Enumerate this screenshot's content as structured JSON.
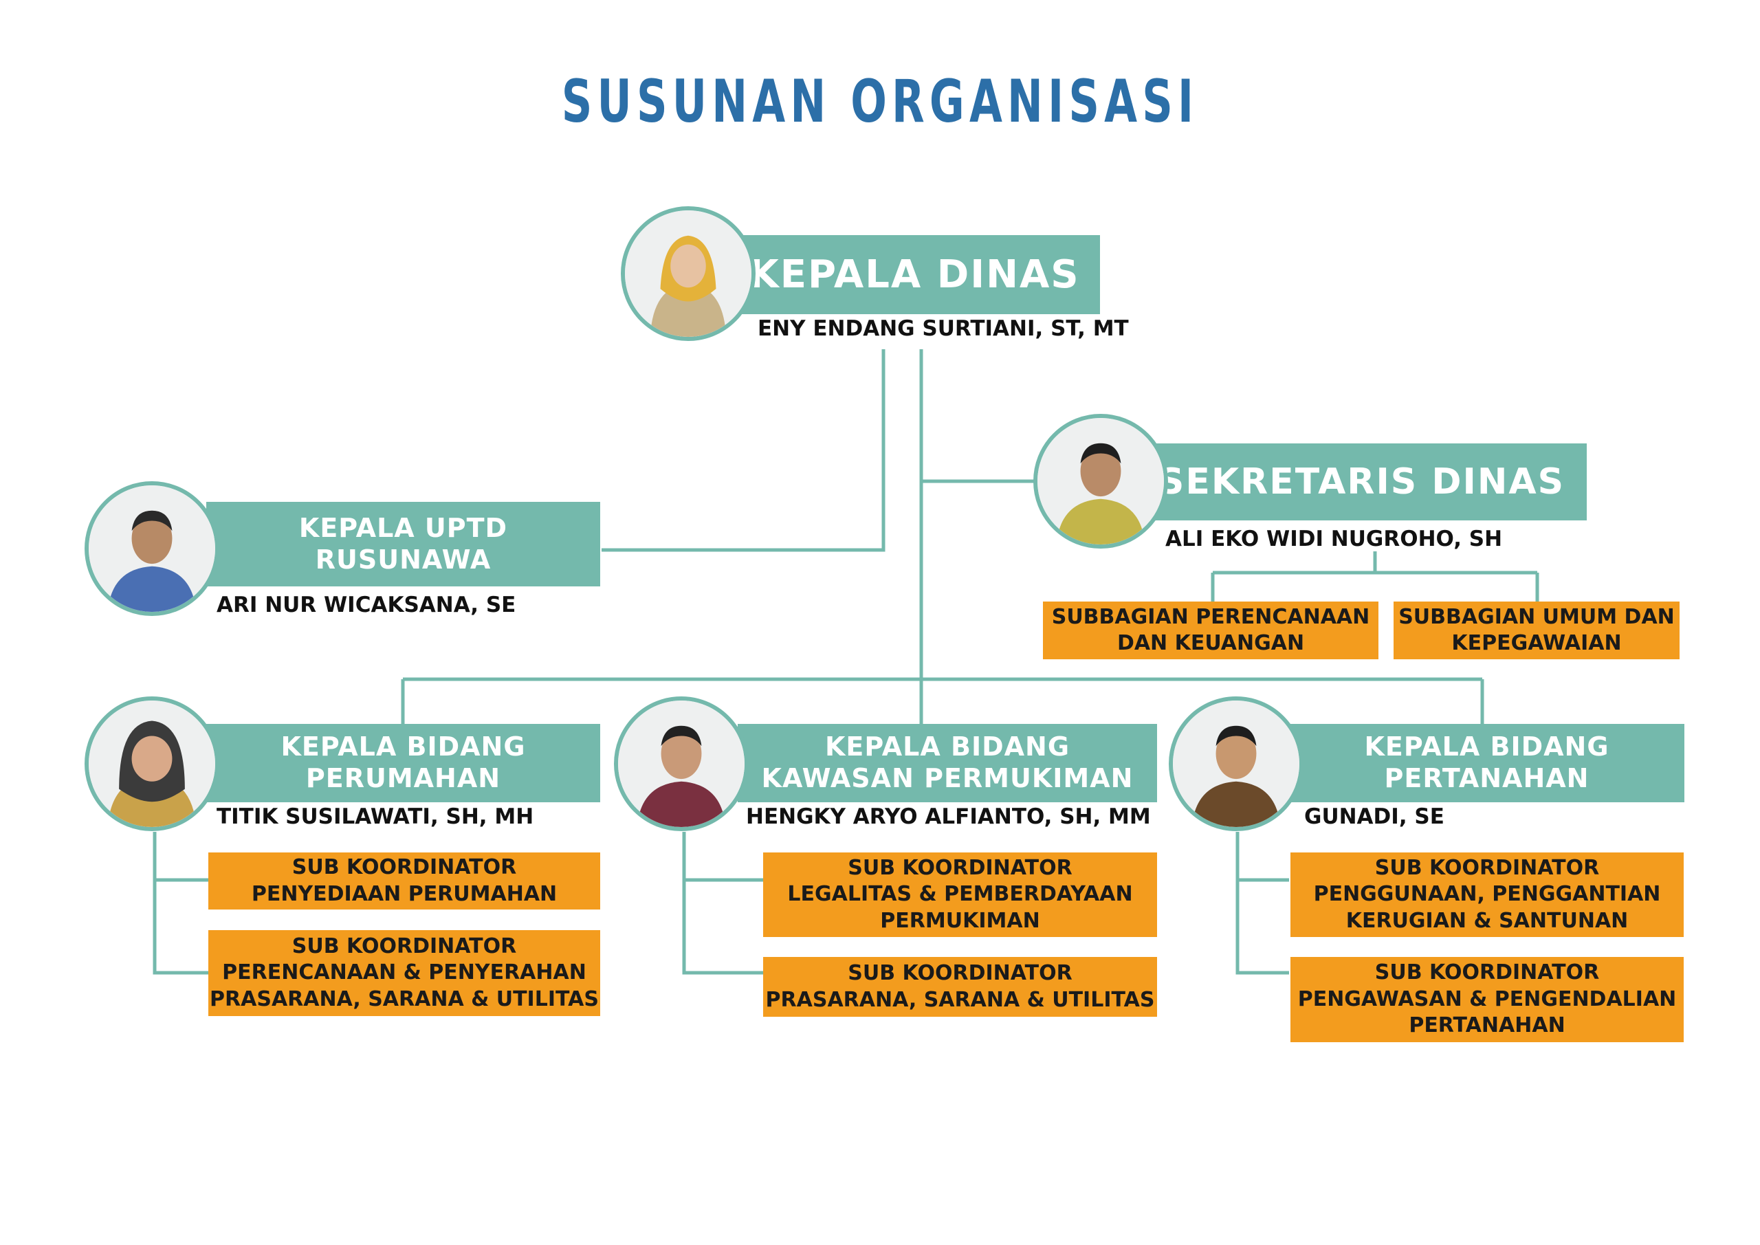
{
  "title": "SUSUNAN ORGANISASI",
  "colors": {
    "title": "#2c6fa8",
    "role_box": "#74b9ac",
    "sub_box": "#f39c1e",
    "lines": "#74b9ac"
  },
  "head": {
    "role": "KEPALA DINAS",
    "name": "ENY ENDANG SURTIANI, ST, MT"
  },
  "uptd": {
    "role_line1": "KEPALA UPTD",
    "role_line2": "RUSUNAWA",
    "name": "ARI NUR WICAKSANA, SE"
  },
  "secretary": {
    "role": "SEKRETARIS DINAS",
    "name": "ALI EKO WIDI NUGROHO, SH",
    "units": [
      {
        "line1": "SUBBAGIAN PERENCANAAN",
        "line2": "DAN KEUANGAN"
      },
      {
        "line1": "SUBBAGIAN UMUM DAN",
        "line2": "KEPEGAWAIAN"
      }
    ]
  },
  "divisions": [
    {
      "role_line1": "KEPALA BIDANG",
      "role_line2": "PERUMAHAN",
      "name": "TITIK SUSILAWATI, SH, MH",
      "units": [
        {
          "line1": "SUB KOORDINATOR",
          "line2": "PENYEDIAAN PERUMAHAN"
        },
        {
          "line1": "SUB KOORDINATOR",
          "line2": "PERENCANAAN & PENYERAHAN",
          "line3": "PRASARANA, SARANA & UTILITAS"
        }
      ]
    },
    {
      "role_line1": "KEPALA BIDANG",
      "role_line2": "KAWASAN PERMUKIMAN",
      "name": "HENGKY ARYO ALFIANTO, SH, MM",
      "units": [
        {
          "line1": "SUB KOORDINATOR",
          "line2": "LEGALITAS & PEMBERDAYAAN",
          "line3": "PERMUKIMAN"
        },
        {
          "line1": "SUB KOORDINATOR",
          "line2": "PRASARANA, SARANA & UTILITAS"
        }
      ]
    },
    {
      "role_line1": "KEPALA BIDANG",
      "role_line2": "PERTANAHAN",
      "name": "GUNADI, SE",
      "units": [
        {
          "line1": "SUB KOORDINATOR",
          "line2": "PENGGUNAAN, PENGGANTIAN",
          "line3": "KERUGIAN & SANTUNAN"
        },
        {
          "line1": "SUB KOORDINATOR",
          "line2": "PENGAWASAN & PENGENDALIAN",
          "line3": "PERTANAHAN"
        }
      ]
    }
  ]
}
